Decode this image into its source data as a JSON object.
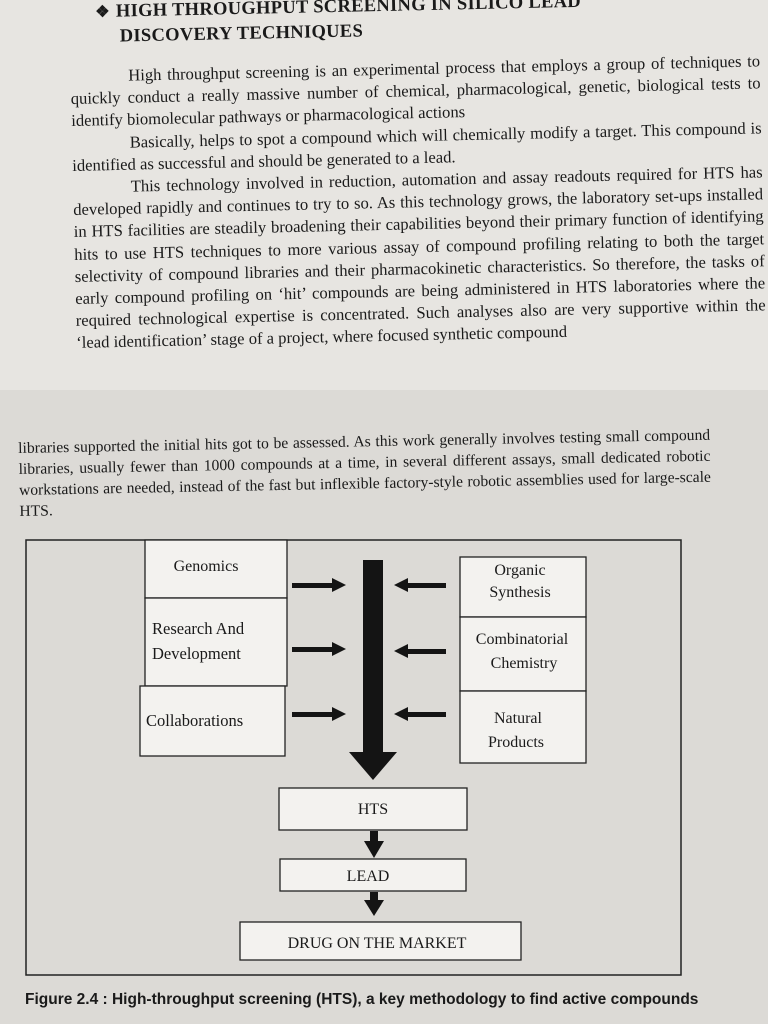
{
  "section": {
    "bullet": "❖",
    "heading_line1": "HIGH THROUGHPUT SCREENING IN SILICO LEAD",
    "heading_line2": "DISCOVERY TECHNIQUES"
  },
  "paragraphs": [
    "High throughput screening is an experimental process that employs a group of techniques to quickly conduct a really massive number of chemical, pharmacological, genetic, biological tests to identify biomolecular pathways or pharmacological actions",
    "Basically, helps to spot a compound which will chemically modify a target. This compound is identified as successful and should be generated to a lead.",
    "This technology involved in reduction, automation and assay readouts required for HTS has developed rapidly and continues to try to so. As this technology grows, the laboratory set-ups installed in HTS facilities are steadily broadening their capabilities beyond their primary function of identifying hits to use HTS techniques to more various assay of compound profiling relating to both the target selectivity of compound libraries and their pharmacokinetic characteristics. So therefore, the tasks of early compound profiling on ‘hit’ compounds are being administered in HTS laboratories where the required technological expertise is concentrated. Such analyses also are very supportive within the ‘lead identification’ stage of a project, where focused synthetic compound"
  ],
  "continuation": "libraries supported the initial hits got to be assessed. As this work generally involves testing small compound libraries, usually fewer than 1000 compounds at a time, in several different assays, small dedicated robotic workstations are needed, instead of the fast but inflexible factory-style robotic assemblies used for large-scale HTS.",
  "diagram": {
    "left_boxes": [
      "Genomics",
      "Research And",
      "Development",
      "Collaborations"
    ],
    "right_boxes": [
      "Organic",
      "Synthesis",
      "Combinatorial",
      "Chemistry",
      "Natural",
      "Products"
    ],
    "flow": [
      "HTS",
      "LEAD",
      "DRUG ON THE MARKET"
    ]
  },
  "caption": "Figure 2.4 : High-throughput screening (HTS), a key methodology to find active compounds"
}
